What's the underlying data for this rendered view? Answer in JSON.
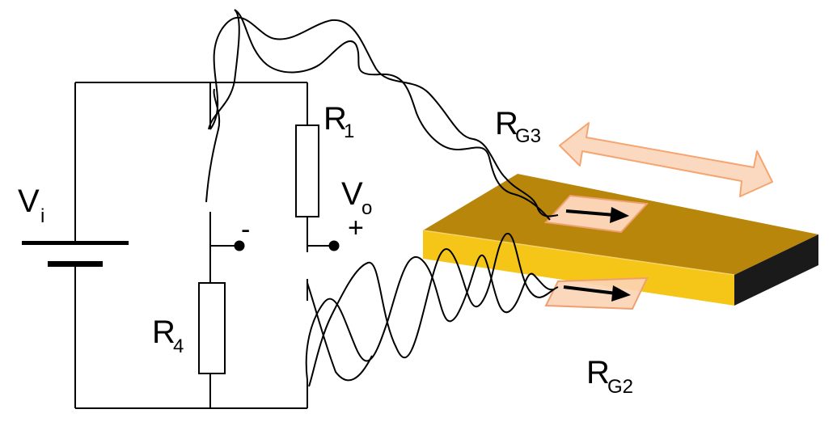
{
  "labels": {
    "vi_main": "V",
    "vi_sub": "i",
    "r1_main": "R",
    "r1_sub": "1",
    "r4_main": "R",
    "r4_sub": "4",
    "vo_main": "V",
    "vo_sub": "o",
    "minus_sign": "-",
    "plus_sign": "+",
    "rg3_main": "R",
    "rg3_sub": "G3",
    "rg2_main": "R",
    "rg2_sub": "G2"
  },
  "colors": {
    "wire": "#000000",
    "beam_top": "#b8860b",
    "beam_front": "#f5c518",
    "beam_side": "#1a1a1a",
    "gauge_fill": "#fbd3b5",
    "gauge_stroke": "#f0a070",
    "arrow_fill": "#fbd9c0",
    "arrow_stroke": "#f5a570"
  },
  "icons": {
    "battery": "battery-icon",
    "resistor": "resistor-icon",
    "strain_gauge": "strain-gauge-icon",
    "double_arrow": "double-arrow-icon"
  }
}
